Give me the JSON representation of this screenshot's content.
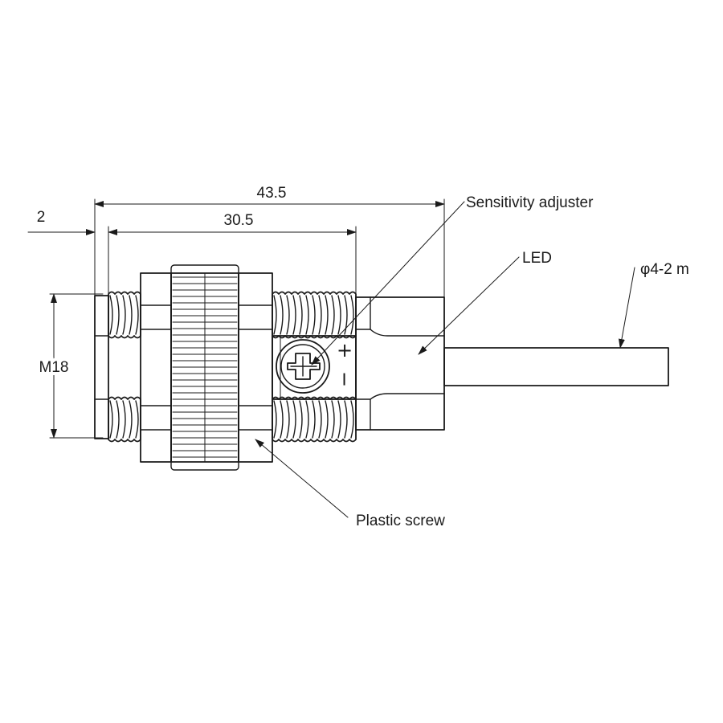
{
  "dimensions": {
    "overall_length": "43.5",
    "thread_length": "30.5",
    "front_offset": "2",
    "thread_size": "M18"
  },
  "callouts": {
    "sensitivity_adjuster": "Sensitivity adjuster",
    "led": "LED",
    "cable": "φ4-2 m",
    "plastic_screw": "Plastic screw"
  },
  "adjuster_marks": {
    "plus": "+",
    "minus": "−"
  }
}
